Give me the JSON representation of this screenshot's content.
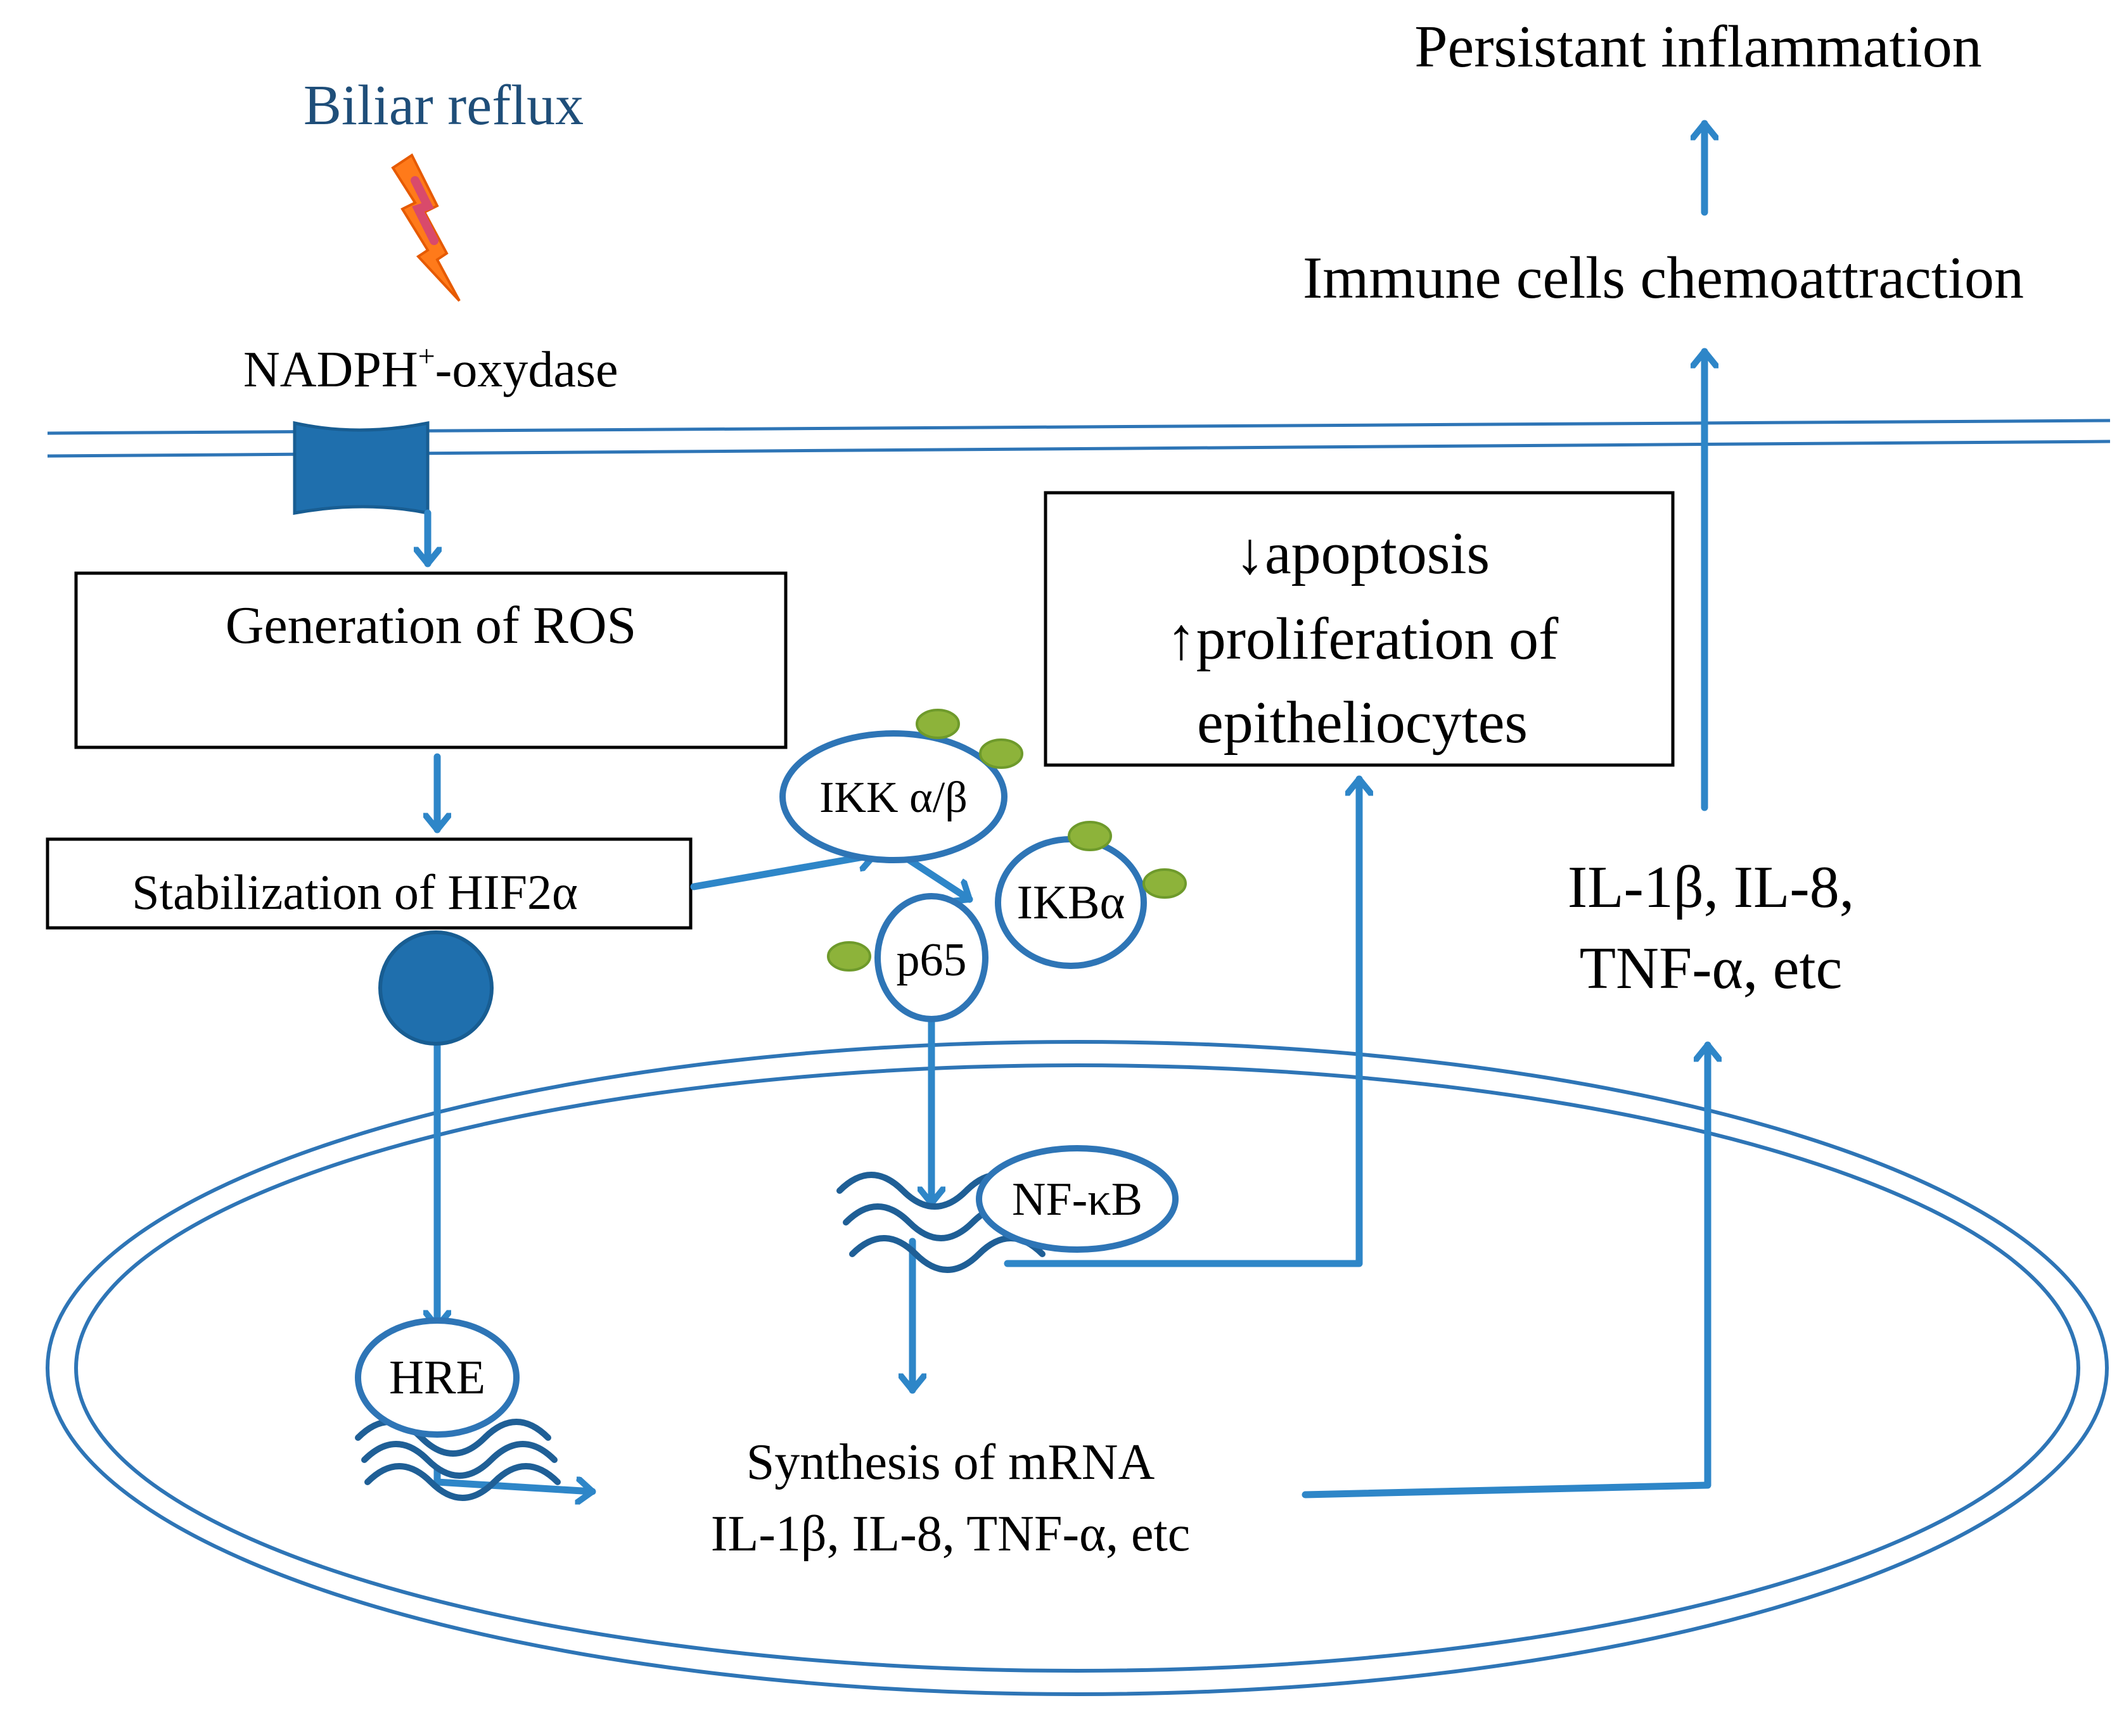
{
  "labels": {
    "biliar_reflux": "Biliar reflux",
    "nadph": "NADPH",
    "nadph_sup": "+",
    "nadph_suffix": "-oxydase",
    "ros": "Generation  of ROS",
    "hif": "Stabilization  of HIF2α",
    "ikk": "IKK α/β",
    "ikb": "IKBα",
    "p65": "p65",
    "nfkb": "NF-κB",
    "hre": "HRE",
    "apoptosis": "↓apoptosis",
    "proliferation": "↑proliferation  of",
    "epitheliocytes": "epitheliocytes",
    "il_right_1": "IL-1β, IL-8,",
    "il_right_2": "TNF-α, etc",
    "immune": "Immune  cells  chemoattraction",
    "persistant": "Persistant  inflammation",
    "mrna_1": "Synthesis  of mRNA",
    "mrna_2": "IL-1β, IL-8, TNF-α, etc"
  },
  "colors": {
    "arrow": "#2e86c8",
    "membrane": "#2e75b6",
    "channel": "#1f6fad",
    "lightning_fill": "#ff7a1a",
    "phospho": "#8db33a"
  },
  "icons": [
    "lightning-icon",
    "nadph-oxidase-channel-icon",
    "hif-complex-circle-icon",
    "dna-strand-icon",
    "phosphate-group-icon"
  ]
}
